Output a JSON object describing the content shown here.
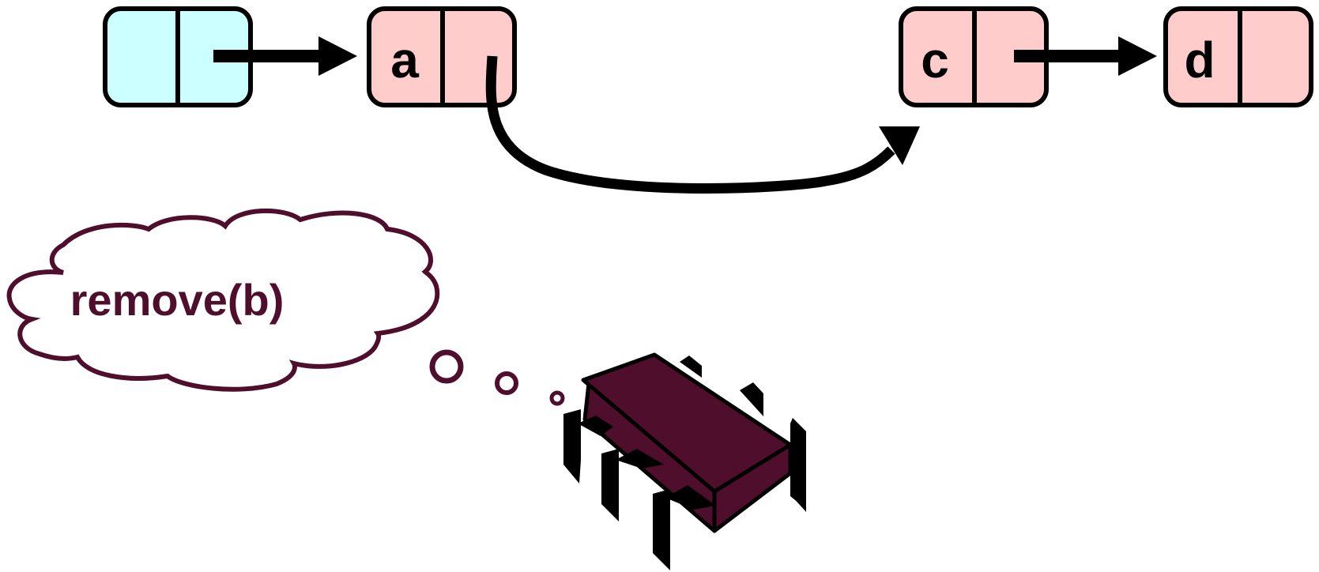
{
  "colors": {
    "head_fill": "#ccffff",
    "node_fill": "#ffcccc",
    "outline": "#000000",
    "thought": "#4f0f2c",
    "thought_bg": "#ffffff",
    "chip_body": "#4f0f2c",
    "chip_legs": "#000000"
  },
  "list": {
    "nodes": [
      {
        "id": "head",
        "label": "",
        "type": "sentinel"
      },
      {
        "id": "a",
        "label": "a",
        "type": "node"
      },
      {
        "id": "c",
        "label": "c",
        "type": "node"
      },
      {
        "id": "d",
        "label": "d",
        "type": "node"
      }
    ],
    "links": [
      {
        "from": "head",
        "to": "a",
        "style": "straight"
      },
      {
        "from": "a",
        "to": "c",
        "style": "curved-bypass"
      },
      {
        "from": "c",
        "to": "d",
        "style": "straight"
      }
    ]
  },
  "thought": {
    "text": "remove(b)",
    "icon": "thought-cloud-icon"
  },
  "actor": {
    "icon": "chip-bug-icon"
  }
}
